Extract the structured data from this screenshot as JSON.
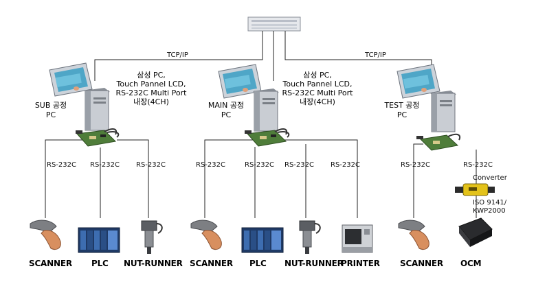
{
  "network": {
    "link_left": "TCP/IP",
    "link_right": "TCP/IP",
    "switch_icon": "network-switch-icon"
  },
  "stations": {
    "sub": {
      "label_line1": "SUB 공정",
      "label_line2": "PC"
    },
    "main": {
      "label_line1": "MAIN 공정",
      "label_line2": "PC",
      "desc": [
        "삼성 PC,",
        "Touch Pannel LCD,",
        "RS-232C Multi Port",
        "내장(4CH)"
      ]
    },
    "test": {
      "label_line1": "TEST 공정",
      "label_line2": "PC"
    },
    "sub_desc": [
      "삼성 PC,",
      "Touch Pannel LCD,",
      "RS-232C Multi Port",
      "내장(4CH)"
    ]
  },
  "links": {
    "sub_scanner": "RS-232C",
    "sub_plc": "RS-232C",
    "sub_nut": "RS-232C",
    "main_scanner": "RS-232C",
    "main_plc": "RS-232C",
    "main_nut": "RS-232C",
    "main_printer": "RS-232C",
    "test_scanner": "RS-232C",
    "test_converter": "RS-232C",
    "converter": "Converter",
    "iso_line1": "ISO 9141/",
    "iso_line2": "KWP2000"
  },
  "devices": {
    "sub": [
      "SCANNER",
      "PLC",
      "NUT-RUNNER"
    ],
    "main": [
      "SCANNER",
      "PLC",
      "NUT-RUNNER",
      "PRINTER"
    ],
    "test": [
      "SCANNER",
      "OCM"
    ]
  }
}
